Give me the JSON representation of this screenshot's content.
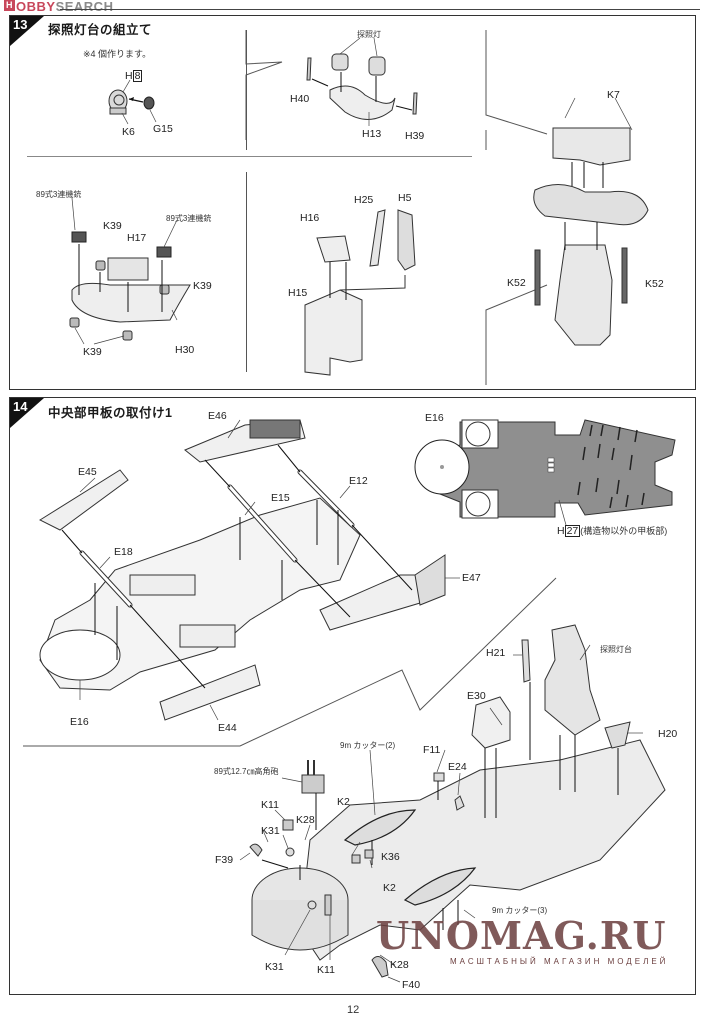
{
  "header": {
    "brand_prefix": "H",
    "brand_name_1": "OBBY",
    "brand_name_2": "SEARCH"
  },
  "step13": {
    "number": "13",
    "title": "探照灯台の組立て",
    "sub1": {
      "note": "※4 個作ります。",
      "labels": {
        "h8_prefix": "H",
        "h8_num": "8",
        "k6": "K6",
        "g15": "G15"
      }
    },
    "sub2": {
      "labels": {
        "searchlight": "探照灯",
        "h40": "H40",
        "h13": "H13",
        "h39": "H39"
      }
    },
    "sub3": {
      "labels": {
        "mg_left": "89式3連機銃",
        "mg_right": "89式3連機銃",
        "k39_a": "K39",
        "h17": "H17",
        "k39_b": "K39",
        "k39_c": "K39",
        "h30": "H30"
      }
    },
    "sub4": {
      "labels": {
        "h25": "H25",
        "h5": "H5",
        "h16": "H16",
        "h15": "H15"
      }
    },
    "sub5": {
      "labels": {
        "k7": "K7",
        "k52_left": "K52",
        "k52_right": "K52"
      }
    }
  },
  "step14": {
    "number": "14",
    "title": "中央部甲板の取付け1",
    "deck_view": {
      "labels": {
        "e16": "E16",
        "h27_prefix": "H",
        "h27_num": "27",
        "h27_note": "(構造物以外の甲板部)"
      }
    },
    "frame_view": {
      "labels": {
        "e46": "E46",
        "e45": "E45",
        "e15": "E15",
        "e12": "E12",
        "e18": "E18",
        "e47": "E47",
        "e16": "E16",
        "e44": "E44"
      }
    },
    "fittings_view": {
      "labels": {
        "h21": "H21",
        "searchlight_tower": "探照灯台",
        "e30": "E30",
        "h20": "H20",
        "cutter2": "9m カッター(2)",
        "f11": "F11",
        "e24": "E24",
        "aa_gun": "89式12.7㎝高角砲",
        "k11_a": "K11",
        "k2_a": "K2",
        "k28_a": "K28",
        "k31_a": "K31",
        "f39": "F39",
        "k36": "K36",
        "k2_b": "K2",
        "cutter3": "9m カッター(3)",
        "k31_b": "K31",
        "k11_b": "K11",
        "k28_b": "K28",
        "f40": "F40"
      }
    }
  },
  "watermark": {
    "main": "UNOMAG.RU",
    "sub": "МАСШТАБНЫЙ МАГАЗИН МОДЕЛЕЙ"
  },
  "footer": {
    "page_number": "12"
  }
}
